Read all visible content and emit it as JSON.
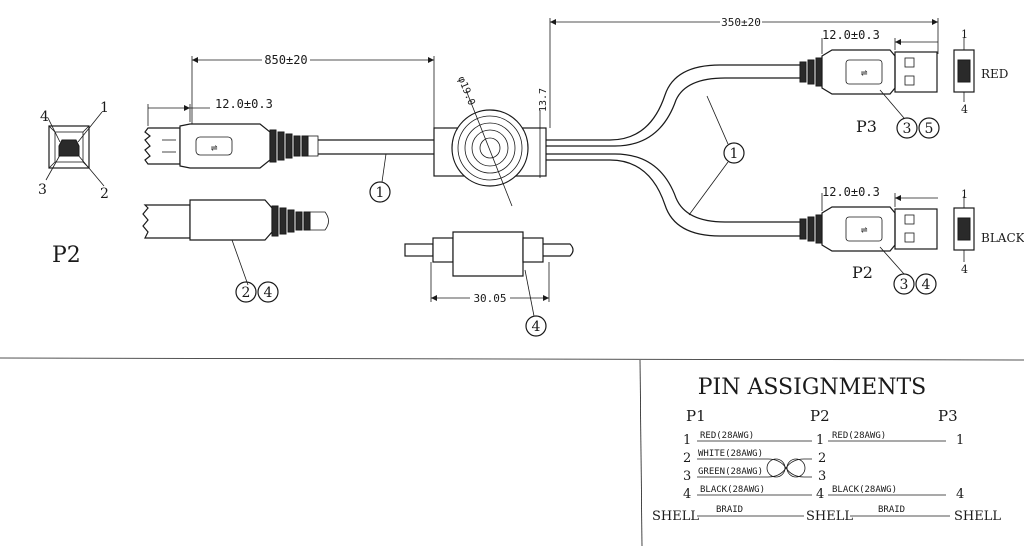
{
  "dimensions": {
    "main_length": "850±20",
    "branch_length": "350±20",
    "plug_length_left": "12.0±0.3",
    "plug_length_top": "12.0±0.3",
    "plug_length_bottom": "12.0±0.3",
    "ferrite_diameter": "φ19.0",
    "ferrite_height": "13.7",
    "ferrite_length": "30.05"
  },
  "connectors": {
    "left_view_label": "P2",
    "pin_top_left": "4",
    "pin_top_right": "1",
    "pin_bottom_left": "3",
    "pin_bottom_right": "2",
    "top_plug_label": "P3",
    "bottom_plug_label": "P2",
    "top_end_pin_top": "1",
    "top_end_pin_bottom": "4",
    "top_end_color": "RED",
    "bottom_end_pin_top": "1",
    "bottom_end_pin_bottom": "4",
    "bottom_end_color": "BLACK"
  },
  "callouts": {
    "cable_main": "1",
    "cable_branch": "1",
    "mold_left_a": "2",
    "mold_left_b": "4",
    "ferrite": "4",
    "top_plug_a": "3",
    "top_plug_b": "5",
    "bottom_plug_a": "3",
    "bottom_plug_b": "4"
  },
  "pin_table": {
    "title": "PIN ASSIGNMENTS",
    "headers": [
      "P1",
      "P2",
      "P3"
    ],
    "rows": [
      {
        "p1": "1",
        "wire1": "RED(28AWG)",
        "p2": "1",
        "wire2": "RED(28AWG)",
        "p3": "1"
      },
      {
        "p1": "2",
        "wire1": "WHITE(28AWG)",
        "p2": "2",
        "wire2": "",
        "p3": ""
      },
      {
        "p1": "3",
        "wire1": "GREEN(28AWG)",
        "p2": "3",
        "wire2": "",
        "p3": ""
      },
      {
        "p1": "4",
        "wire1": "BLACK(28AWG)",
        "p2": "4",
        "wire2": "BLACK(28AWG)",
        "p3": "4"
      },
      {
        "p1": "SHELL",
        "wire1": "BRAID",
        "p2": "SHELL",
        "wire2": "BRAID",
        "p3": "SHELL"
      }
    ]
  }
}
